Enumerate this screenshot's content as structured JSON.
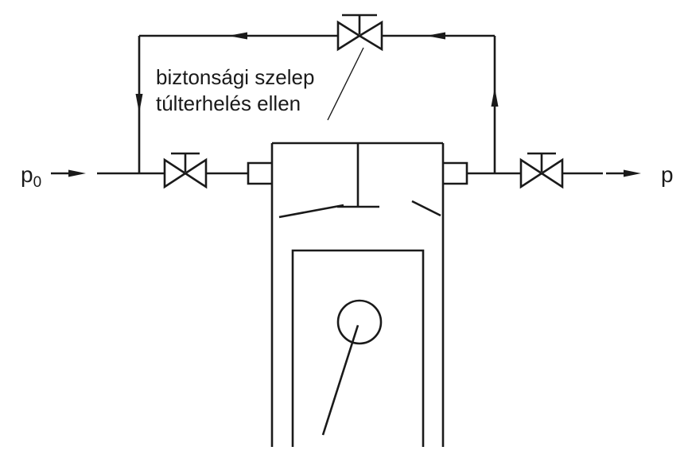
{
  "diagram": {
    "colors": {
      "line": "#1a1a1a",
      "background": "#ffffff"
    },
    "labels": {
      "inlet_pressure_main": "p",
      "inlet_pressure_sub": "0",
      "outlet_pressure": "p",
      "caption_line1": "biztonsági szelep",
      "caption_line2": "túlterhelés ellen"
    }
  }
}
